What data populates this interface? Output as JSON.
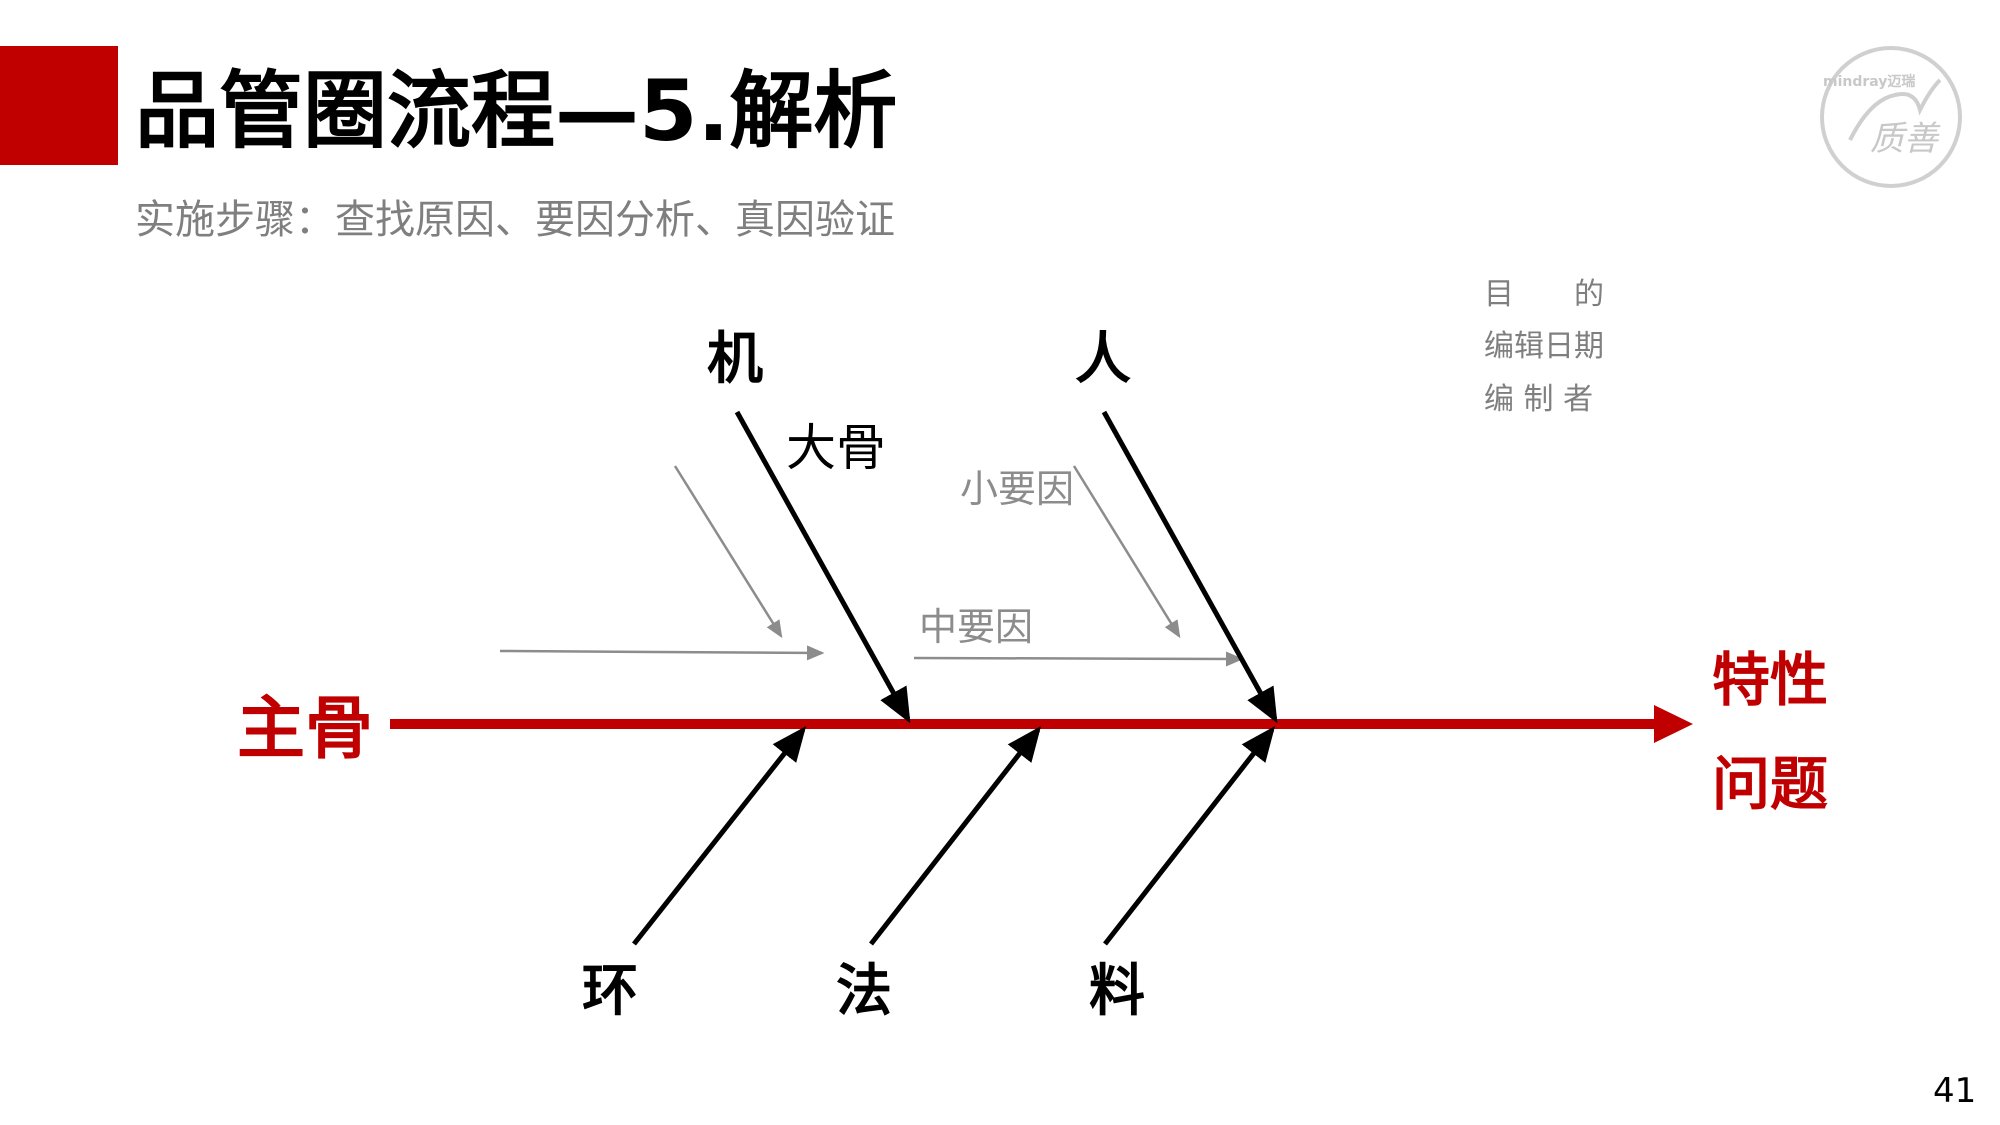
{
  "header": {
    "title": "品管圈流程—5.解析",
    "subtitle": "实施步骤：查找原因、要因分析、真因验证"
  },
  "logo": {
    "brand": "mindray迈瑞",
    "slogan": "质善"
  },
  "diagram": {
    "spine_label": "主骨",
    "effect_label_1": "特性",
    "effect_label_2": "问题",
    "categories_top": [
      "机",
      "人"
    ],
    "categories_bottom": [
      "环",
      "法",
      "料"
    ],
    "big_bone_label": "大骨",
    "small_cause_label": "小要因",
    "mid_cause_label": "中要因"
  },
  "info": {
    "purpose": "目　　的",
    "date": "编辑日期",
    "author": "编 制 者"
  },
  "page_number": "41",
  "colors": {
    "accent": "#c00000",
    "gray": "#7f7f7f"
  }
}
